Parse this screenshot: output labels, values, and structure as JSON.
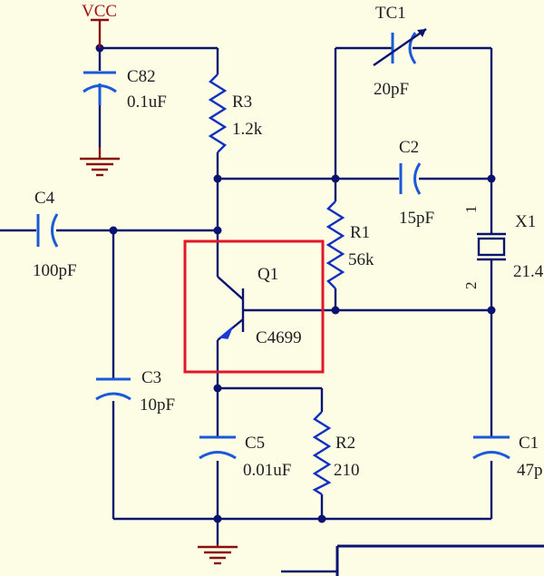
{
  "power": {
    "vcc": "VCC"
  },
  "components": {
    "c82": {
      "ref": "C82",
      "value": "0.1uF"
    },
    "r3": {
      "ref": "R3",
      "value": "1.2k"
    },
    "tc1": {
      "ref": "TC1",
      "value": "20pF"
    },
    "c2": {
      "ref": "C2",
      "value": "15pF"
    },
    "x1": {
      "ref": "X1",
      "value": "21.4",
      "pin1": "1",
      "pin2": "2"
    },
    "c4": {
      "ref": "C4",
      "value": "100pF"
    },
    "r1": {
      "ref": "R1",
      "value": "56k"
    },
    "q1": {
      "ref": "Q1",
      "value": "C4699"
    },
    "c3": {
      "ref": "C3",
      "value": "10pF"
    },
    "c5": {
      "ref": "C5",
      "value": "0.01uF"
    },
    "r2": {
      "ref": "R2",
      "value": "210"
    },
    "c1": {
      "ref": "C1",
      "value": "47p"
    }
  },
  "highlight": {
    "target": "Q1",
    "color": "#e0182a"
  }
}
